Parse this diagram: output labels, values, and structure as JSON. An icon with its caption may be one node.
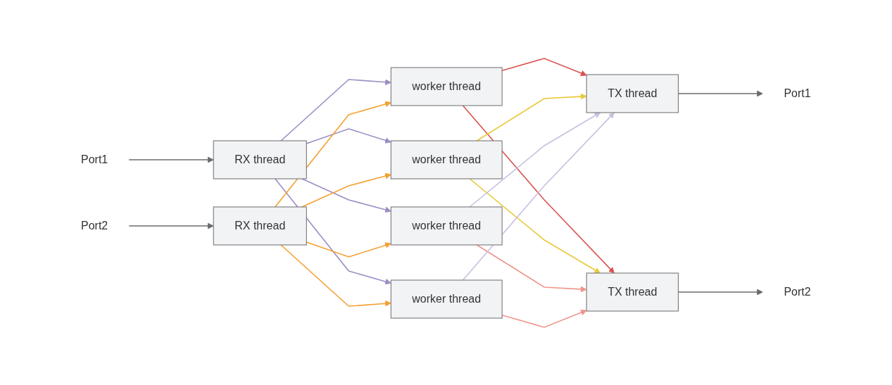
{
  "diagram": {
    "nodes": [
      {
        "text": [
          "Port1"
        ]
      },
      {
        "text": [
          "Port2"
        ]
      },
      {
        "text": [
          "RX thread"
        ]
      },
      {
        "text": [
          "RX thread"
        ]
      },
      {
        "text": [
          "worker thread"
        ]
      },
      {
        "text": [
          "worker thread"
        ]
      },
      {
        "text": [
          "worker thread"
        ]
      },
      {
        "text": [
          "worker thread"
        ]
      },
      {
        "text": [
          "TX thread"
        ]
      },
      {
        "text": [
          "TX thread"
        ]
      },
      {
        "text": [
          "Port1"
        ]
      },
      {
        "text": [
          "Port2"
        ]
      }
    ],
    "edges": [
      {
        "from": 0,
        "to": 2,
        "arrow": "to",
        "color": "#6b6b6b"
      },
      {
        "from": 1,
        "to": 3,
        "arrow": "to",
        "color": "#6b6b6b"
      },
      {
        "from": 2,
        "to": 4,
        "arrow": "to",
        "color": "#9b8ec4"
      },
      {
        "from": 2,
        "to": 5,
        "arrow": "to",
        "color": "#9b8ec4"
      },
      {
        "from": 2,
        "to": 6,
        "arrow": "to",
        "color": "#9b8ec4"
      },
      {
        "from": 2,
        "to": 7,
        "arrow": "to",
        "color": "#9b8ec4"
      },
      {
        "from": 3,
        "to": 4,
        "arrow": "to",
        "color": "#f4a030"
      },
      {
        "from": 3,
        "to": 5,
        "arrow": "to",
        "color": "#f4a030"
      },
      {
        "from": 3,
        "to": 6,
        "arrow": "to",
        "color": "#f4a030"
      },
      {
        "from": 3,
        "to": 7,
        "arrow": "to",
        "color": "#f4a030"
      },
      {
        "from": 4,
        "to": 8,
        "arrow": "to",
        "color": "#d9534f"
      },
      {
        "from": 4,
        "to": 9,
        "arrow": "to",
        "color": "#d9534f"
      },
      {
        "from": 5,
        "to": 8,
        "arrow": "to",
        "color": "#e8c93a"
      },
      {
        "from": 5,
        "to": 9,
        "arrow": "to",
        "color": "#e8c93a"
      },
      {
        "from": 6,
        "to": 8,
        "arrow": "to",
        "color": "#c8c0e0"
      },
      {
        "from": 6,
        "to": 9,
        "arrow": "to",
        "color": "#f0958a"
      },
      {
        "from": 7,
        "to": 8,
        "arrow": "to",
        "color": "#c8c0e0"
      },
      {
        "from": 7,
        "to": 9,
        "arrow": "to",
        "color": "#f0958a"
      },
      {
        "from": 8,
        "to": 10,
        "arrow": "to",
        "color": "#6b6b6b"
      },
      {
        "from": 9,
        "to": 11,
        "arrow": "to",
        "color": "#6b6b6b"
      }
    ]
  }
}
